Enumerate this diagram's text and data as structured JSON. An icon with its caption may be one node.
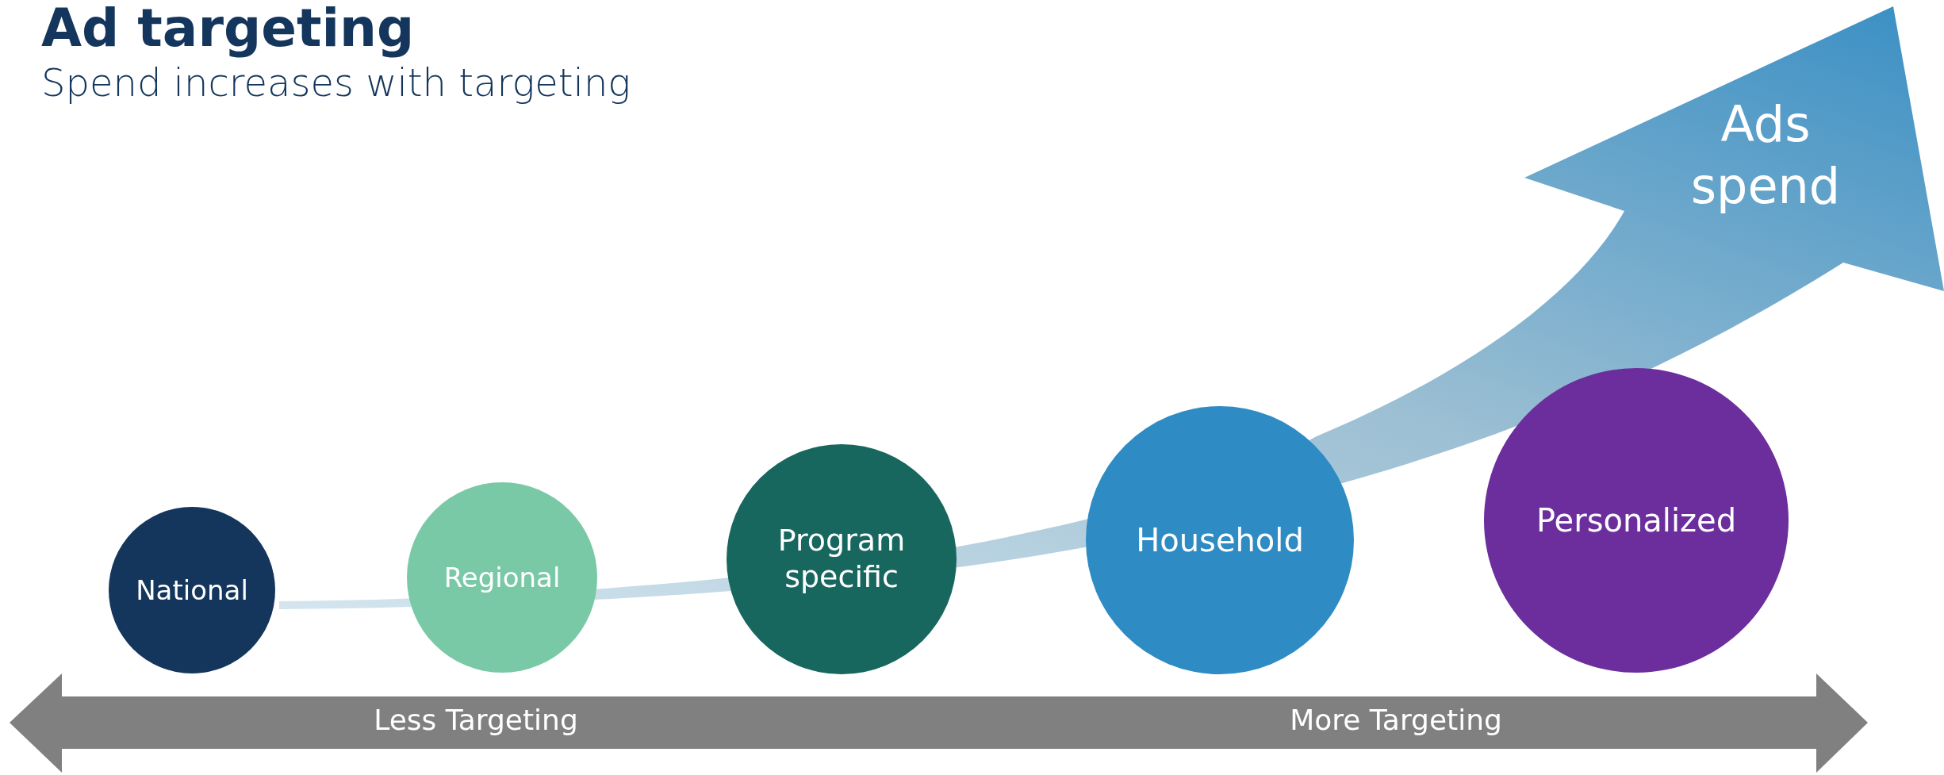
{
  "diagram": {
    "title": "Ad targeting",
    "caption": "Spend increases with targeting",
    "nodes": [
      {
        "text": [
          "National"
        ]
      },
      {
        "text": [
          "Regional"
        ]
      },
      {
        "text": [
          "Program specific"
        ]
      },
      {
        "text": [
          "Household"
        ]
      },
      {
        "text": [
          "Personalized"
        ]
      },
      {
        "text": [
          "Ads spend"
        ]
      }
    ],
    "labels": [
      "Less Targeting",
      "More Targeting"
    ]
  }
}
